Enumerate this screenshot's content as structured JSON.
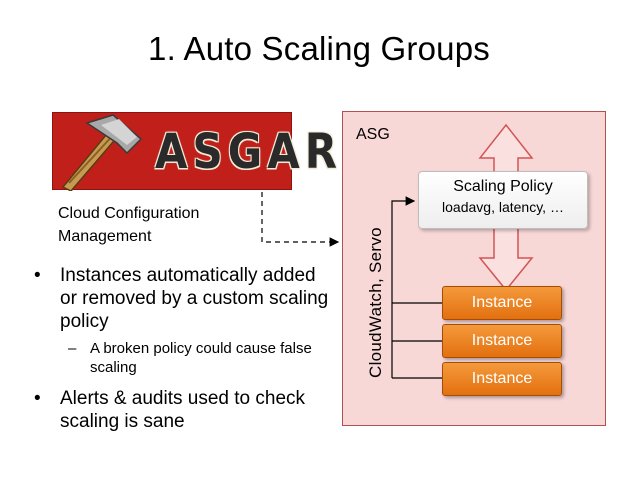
{
  "title": "1. Auto Scaling Groups",
  "logo": {
    "text": "ASGARD",
    "icon": "hammer-icon"
  },
  "caption": {
    "line1": "Cloud Configuration",
    "line2": "Management"
  },
  "bullets": [
    {
      "text": "Instances automatically added or removed by a custom scaling policy"
    },
    {
      "text": "Alerts & audits used to check scaling is sane"
    }
  ],
  "sub_bullet": "A broken policy could cause false scaling",
  "asg": {
    "label": "ASG",
    "monitor_label": "CloudWatch, Servo",
    "policy_title": "Scaling Policy",
    "policy_sub": "loadavg, latency, …",
    "instances": [
      "Instance",
      "Instance",
      "Instance"
    ]
  },
  "colors": {
    "logo_bg": "#c1201a",
    "asg_bg": "#f8d7d7",
    "instance": "#e3700f",
    "arrow_fill": "#fbe0e0",
    "arrow_stroke": "#d25555"
  }
}
